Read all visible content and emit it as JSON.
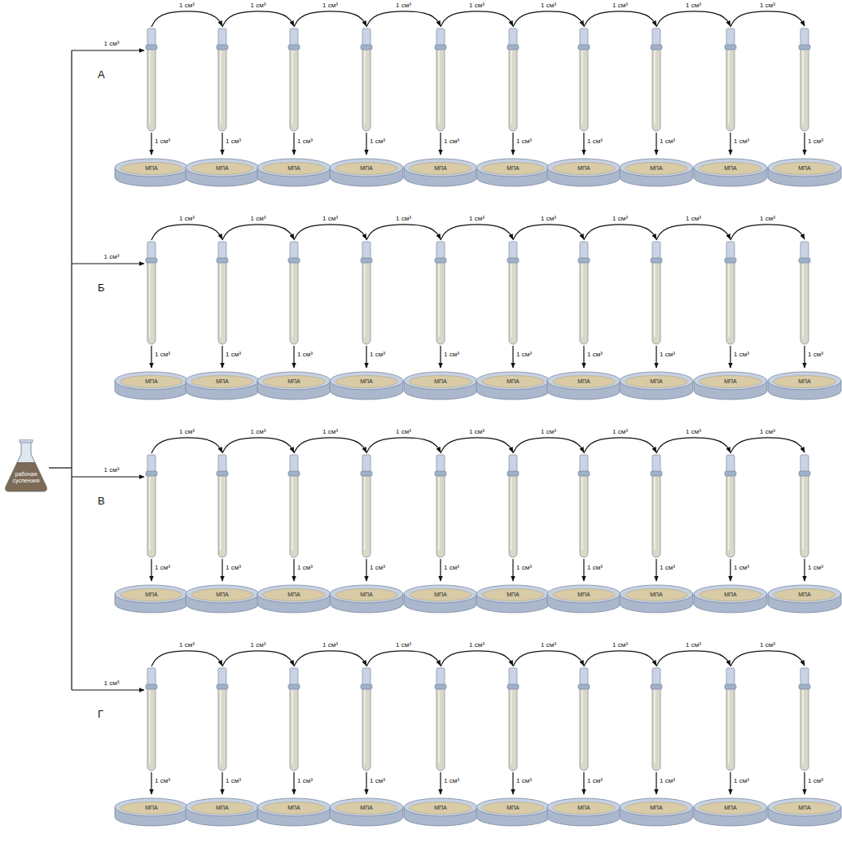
{
  "diagram": {
    "nodes": [
      {
        "text": [
          "рабочая суспензия"
        ]
      },
      {
        "text": [
          "МПА"
        ]
      },
      {
        "text": [
          "МПА"
        ]
      },
      {
        "text": [
          "МПА"
        ]
      },
      {
        "text": [
          "МПА"
        ]
      },
      {
        "text": [
          "МПА"
        ]
      },
      {
        "text": [
          "МПА"
        ]
      },
      {
        "text": [
          "МПА"
        ]
      },
      {
        "text": [
          "МПА"
        ]
      },
      {
        "text": [
          "МПА"
        ]
      },
      {
        "text": [
          "МПА"
        ]
      },
      {
        "text": [
          "МПА"
        ]
      },
      {
        "text": [
          "МПА"
        ]
      },
      {
        "text": [
          "МПА"
        ]
      },
      {
        "text": [
          "МПА"
        ]
      },
      {
        "text": [
          "МПА"
        ]
      },
      {
        "text": [
          "МПА"
        ]
      },
      {
        "text": [
          "МПА"
        ]
      },
      {
        "text": [
          "МПА"
        ]
      },
      {
        "text": [
          "МПА"
        ]
      },
      {
        "text": [
          "МПА"
        ]
      },
      {
        "text": [
          "МПА"
        ]
      },
      {
        "text": [
          "МПА"
        ]
      },
      {
        "text": [
          "МПА"
        ]
      },
      {
        "text": [
          "МПА"
        ]
      },
      {
        "text": [
          "МПА"
        ]
      },
      {
        "text": [
          "МПА"
        ]
      },
      {
        "text": [
          "МПА"
        ]
      },
      {
        "text": [
          "МПА"
        ]
      },
      {
        "text": [
          "МПА"
        ]
      },
      {
        "text": [
          "МПА"
        ]
      },
      {
        "text": [
          "МПА"
        ]
      },
      {
        "text": [
          "МПА"
        ]
      },
      {
        "text": [
          "МПА"
        ]
      },
      {
        "text": [
          "МПА"
        ]
      },
      {
        "text": [
          "МПА"
        ]
      },
      {
        "text": [
          "МПА"
        ]
      },
      {
        "text": [
          "МПА"
        ]
      },
      {
        "text": [
          "МПА"
        ]
      },
      {
        "text": [
          "МПА"
        ]
      },
      {
        "text": [
          "МПА"
        ]
      }
    ],
    "labels": [
      "А",
      "Б",
      "В",
      "Г",
      "1 см³",
      "1 см³",
      "1 см³",
      "1 см³",
      "1 см³",
      "1 см³",
      "1 см³",
      "1 см³",
      "1 см³",
      "1 см³",
      "1 см³",
      "1 см³",
      "1 см³",
      "1 см³",
      "1 см³",
      "1 см³",
      "1 см³",
      "1 см³",
      "1 см³",
      "1 см³",
      "1 см³",
      "1 см³",
      "1 см³",
      "1 см³",
      "1 см³",
      "1 см³",
      "1 см³",
      "1 см³",
      "1 см³",
      "1 см³",
      "1 см³",
      "1 см³",
      "1 см³",
      "1 см³",
      "1 см³",
      "1 см³",
      "1 см³",
      "1 см³",
      "1 см³",
      "1 см³",
      "1 см³",
      "1 см³",
      "1 см³",
      "1 см³",
      "1 см³",
      "1 см³",
      "1 см³",
      "1 см³",
      "1 см³",
      "1 см³",
      "1 см³",
      "1 см³",
      "1 см³",
      "1 см³",
      "1 см³",
      "1 см³",
      "1 см³",
      "1 см³",
      "1 см³",
      "1 см³",
      "1 см³",
      "1 см³",
      "1 см³",
      "1 см³",
      "1 см³",
      "1 см³",
      "1 см³",
      "1 см³",
      "1 см³",
      "1 см³",
      "1 см³",
      "1 см³",
      "1 см³",
      "1 см³",
      "1 см³",
      "1 см³",
      "1 см³",
      "1 см³",
      "1 см³",
      "1 см³"
    ]
  }
}
